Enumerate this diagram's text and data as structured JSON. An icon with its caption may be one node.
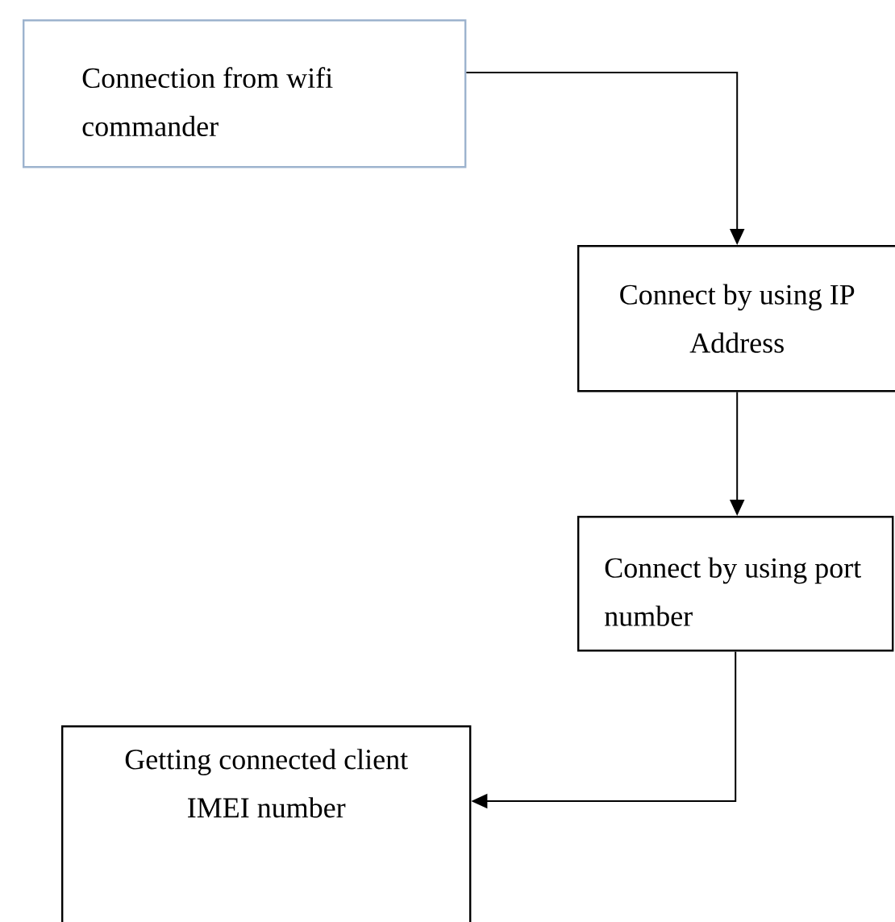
{
  "diagram": {
    "nodes": [
      {
        "text": [
          "Connection from wifi commander"
        ]
      },
      {
        "text": [
          "Connect by using IP Address"
        ]
      },
      {
        "text": [
          "Connect by using port number"
        ]
      },
      {
        "text": [
          "Getting connected client IMEI number"
        ]
      }
    ],
    "edges": [
      {
        "from": 0,
        "to": 1,
        "arrow": "to"
      },
      {
        "from": 1,
        "to": 2,
        "arrow": "to"
      },
      {
        "from": 2,
        "to": 3,
        "arrow": "to"
      }
    ]
  }
}
